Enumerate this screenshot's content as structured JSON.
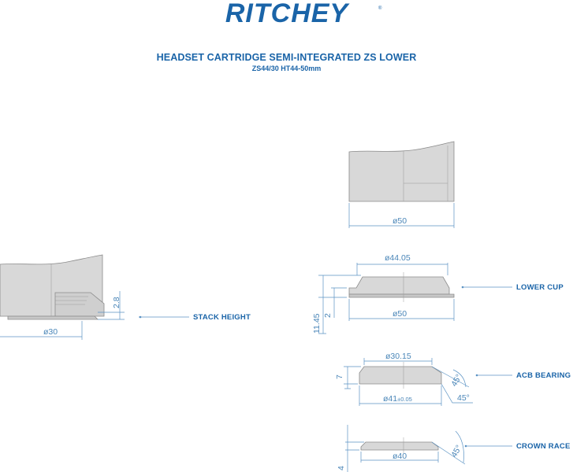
{
  "brand": {
    "logo_text": "RITCHEY",
    "registered_mark": "®",
    "color": "#1a64a8"
  },
  "header": {
    "title": "HEADSET CARTRIDGE SEMI-INTEGRATED ZS LOWER",
    "subtitle": "ZS44/30 HT44-50mm"
  },
  "left_assembly": {
    "dim_height": "2.8",
    "dim_diameter": "ø30",
    "callout": "STACK HEIGHT"
  },
  "head_tube": {
    "dim_diameter": "ø50"
  },
  "lower_cup": {
    "dim_top_diameter": "ø44.05",
    "dim_bottom_diameter": "ø50",
    "dim_total_height": "11.45",
    "dim_lip_height": "2",
    "callout": "LOWER CUP"
  },
  "acb_bearing": {
    "dim_top_diameter": "ø30.15",
    "dim_bottom_diameter": "ø41",
    "dim_tolerance": "±0.05",
    "dim_height": "7",
    "dim_angle_top": "45°",
    "dim_angle_bottom": "45°",
    "callout": "ACB BEARING"
  },
  "crown_race": {
    "dim_diameter": "ø40",
    "dim_height": "4",
    "dim_angle": "45°",
    "callout": "CROWN RACE"
  },
  "colors": {
    "accent": "#1a64a8",
    "dimension": "#4a86b8",
    "part_fill": "#d8d8d8"
  }
}
